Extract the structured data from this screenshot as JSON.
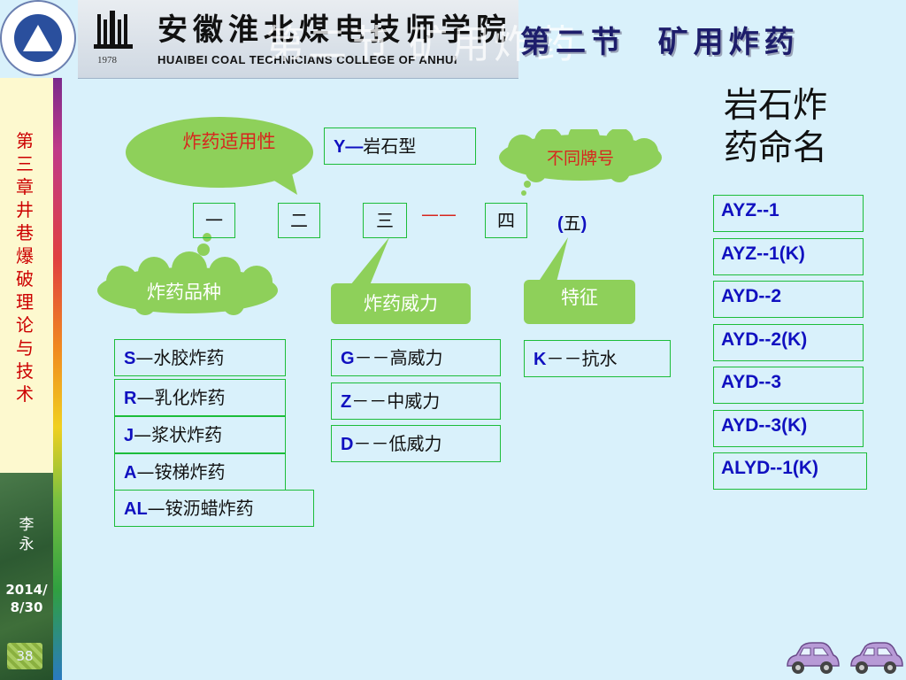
{
  "header": {
    "college_name_cn": "安徽淮北煤电技师学院",
    "college_name_en": "HUAIBEI COAL TECHNICIANS COLLEGE OF ANHUI",
    "logo_year": "1978",
    "ghost_title": "第二节  矿用炸药",
    "section_title": "第二节  矿用炸药"
  },
  "sidebar": {
    "chapter": "第三章 井巷爆破理论与技术",
    "author": "李永",
    "date": "2014/8/30",
    "page_number": "38"
  },
  "diagram": {
    "bubbles": {
      "suitability": "炸药适用性",
      "brand": "不同牌号",
      "type": "炸药品种",
      "power": "炸药威力",
      "feature": "特征"
    },
    "rock_box": {
      "code": "Y—",
      "label": "岩石型"
    },
    "positions": [
      "一",
      "二",
      "三",
      "四"
    ],
    "position_five": {
      "open": "(",
      "label": "五",
      "close": ")"
    },
    "dash": "——",
    "types": [
      {
        "code": "S",
        "sep": "—",
        "label": "水胶炸药"
      },
      {
        "code": "R",
        "sep": "—",
        "label": "乳化炸药"
      },
      {
        "code": "J",
        "sep": "—",
        "label": "浆状炸药"
      },
      {
        "code": "A",
        "sep": "—",
        "label": "铵梯炸药"
      },
      {
        "code": "AL",
        "sep": "—",
        "label": "铵沥蜡炸药"
      }
    ],
    "powers": [
      {
        "code": "G",
        "sep": "－－",
        "label": "高威力"
      },
      {
        "code": "Z",
        "sep": "－－",
        "label": "中威力"
      },
      {
        "code": "D",
        "sep": "－－",
        "label": "低威力"
      }
    ],
    "feature_box": {
      "code": "K",
      "sep": "－－",
      "label": "抗水"
    }
  },
  "naming": {
    "title": "岩石炸药命名",
    "examples": [
      "AYZ--1",
      "AYZ--1(K)",
      "AYD--2",
      "AYD--2(K)",
      "AYD--3",
      "AYD--3(K)",
      "ALYD--1(K)"
    ]
  },
  "colors": {
    "background": "#d9f1fb",
    "bubble_green": "#8ed05a",
    "box_border": "#1cbd3a",
    "code_blue": "#1010c0",
    "chapter_red": "#cc0000",
    "title_navy": "#1d1d6b"
  },
  "icons": {
    "cars": [
      "car-icon",
      "car-icon"
    ],
    "seal": "college-seal-icon",
    "logo": "college-logo-icon"
  }
}
